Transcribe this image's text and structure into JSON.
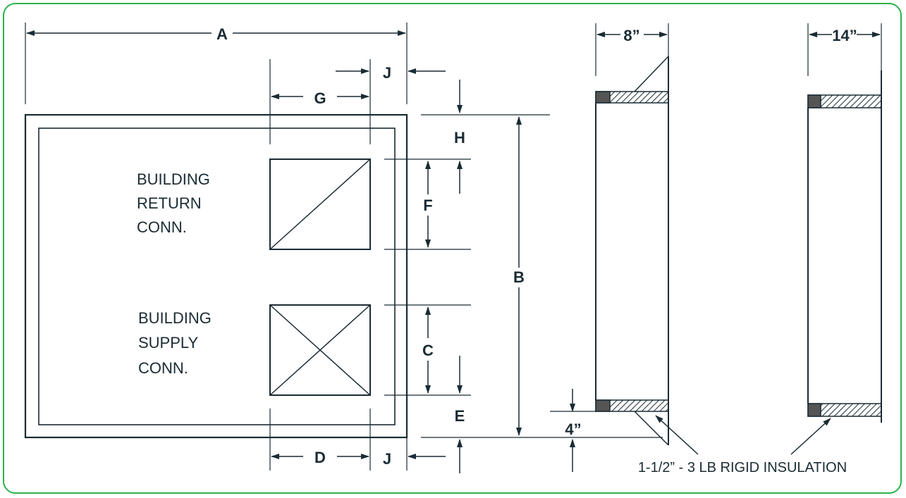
{
  "dimensions": {
    "A": "A",
    "B": "B",
    "C": "C",
    "D": "D",
    "E": "E",
    "F": "F",
    "G": "G",
    "H": "H",
    "J_top": "J",
    "J_bottom": "J"
  },
  "labels": {
    "return_line1": "BUILDING",
    "return_line2": "RETURN",
    "return_line3": "CONN.",
    "supply_line1": "BUILDING",
    "supply_line2": "SUPPLY",
    "supply_line3": "CONN."
  },
  "side_views": {
    "depth_short": "8”",
    "depth_long": "14”",
    "offset": "4”",
    "insulation_note": "1-1/2” - 3 LB RIGID INSULATION"
  },
  "colors": {
    "frame": "#2bb24c",
    "ink": "#1a2b33"
  }
}
